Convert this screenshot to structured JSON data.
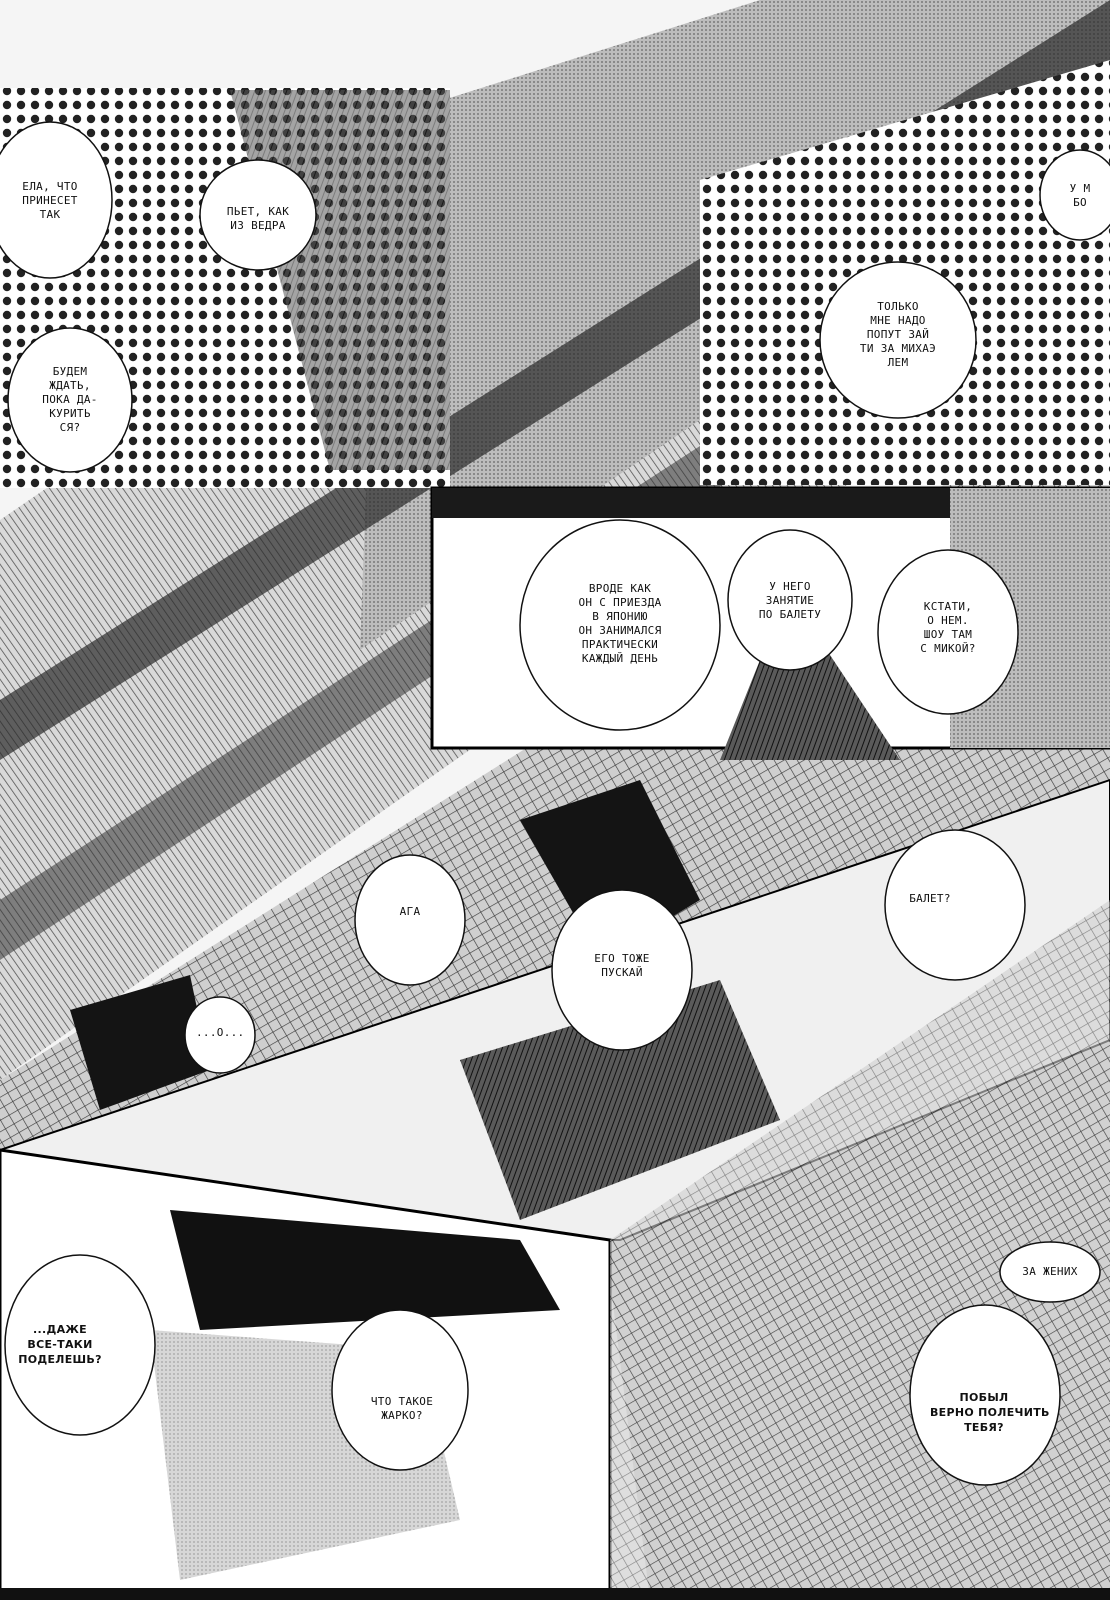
{
  "page": {
    "colors": {
      "paper": "#ffffff",
      "ink": "#111111",
      "screentone": "#8a8a8a",
      "sky": "#bdbdbd"
    }
  },
  "bubbles": [
    {
      "id": "b1",
      "text": "ЕЛА, ЧТО\nПРИНЕСЕТ\nТАК"
    },
    {
      "id": "b2",
      "text": "ПЬЕТ, КАК\nИЗ ВЕДРА"
    },
    {
      "id": "b3",
      "text": "БУДЕМ\nЖДАТЬ,\nПОКА ДА-\nКУРИТЬ\nСЯ?"
    },
    {
      "id": "b4",
      "text": "ТОЛЬКО\nМНЕ НАДО\nПОПУТ ЗАЙ\nТИ ЗА МИХАЭ\nЛЕМ"
    },
    {
      "id": "b5",
      "text": "У М\nБО"
    },
    {
      "id": "b6",
      "text": "ВРОДЕ КАК\nОН С ПРИЕЗДА\nВ ЯПОНИЮ\nОН ЗАНИМАЛСЯ\nПРАКТИЧЕСКИ\nКАЖДЫЙ ДЕНЬ"
    },
    {
      "id": "b7",
      "text": "У НЕГО\nЗАНЯТИЕ\nПО БАЛЕТУ"
    },
    {
      "id": "b8",
      "text": "КСТАТИ,\nО НЕМ.\nШОУ ТАМ\nС МИКОЙ?"
    },
    {
      "id": "b9",
      "text": "АГА"
    },
    {
      "id": "b10",
      "text": "ЕГО ТОЖЕ\nПУСКАЙ"
    },
    {
      "id": "b11",
      "text": "БАЛЕТ?"
    },
    {
      "id": "b12",
      "text": "...О..."
    },
    {
      "id": "b13",
      "text": "...ДАЖЕ\nВСЕ-ТАКИ\nПОДЕЛЕШЬ?"
    },
    {
      "id": "b14",
      "text": "ЧТО ТАКОЕ\nЖАРКО?"
    },
    {
      "id": "b15",
      "text": "ПОБЫЛ\nВЕРНО ПОЛЕЧИТЬ\nТЕБЯ?"
    },
    {
      "id": "b16",
      "text": "ЗА ЖЕНИХ"
    }
  ]
}
